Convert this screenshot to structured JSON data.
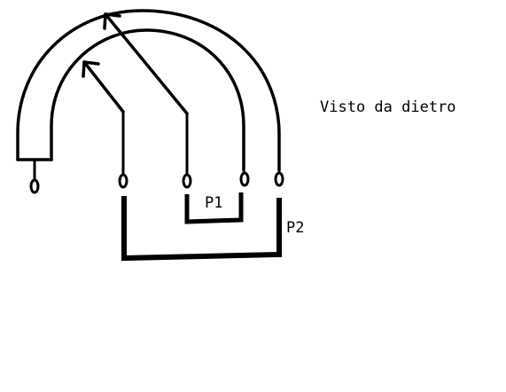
{
  "caption": "Visto da dietro",
  "bridges": {
    "p1_label": "P1",
    "p2_label": "P2"
  },
  "colors": {
    "stroke": "#000000",
    "background": "#ffffff"
  }
}
